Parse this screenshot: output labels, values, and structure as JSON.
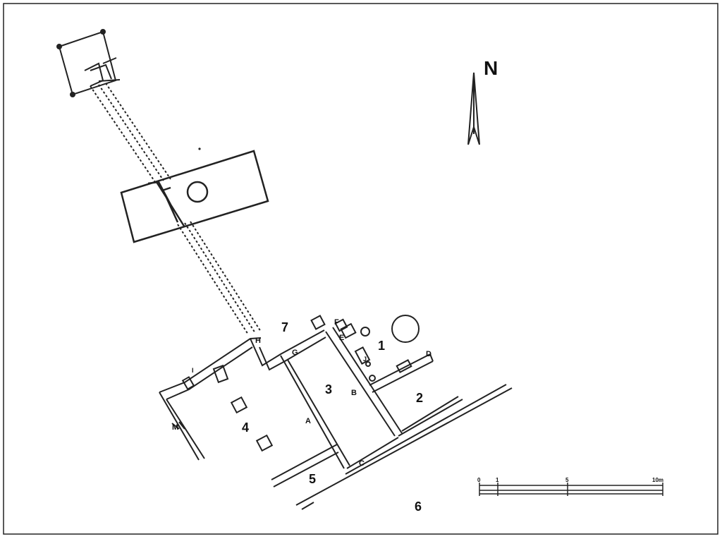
{
  "rooms": [
    "1",
    "2",
    "3",
    "4",
    "5",
    "6",
    "7"
  ],
  "wall_letters": [
    "A",
    "B",
    "C",
    "D",
    "E",
    "F",
    "G",
    "H",
    "I",
    "J",
    "M"
  ],
  "north_label": "N",
  "scale_bar": {
    "labels": [
      "0",
      "1",
      "5",
      "10m"
    ],
    "values_m": [
      0,
      1,
      5,
      10
    ]
  }
}
